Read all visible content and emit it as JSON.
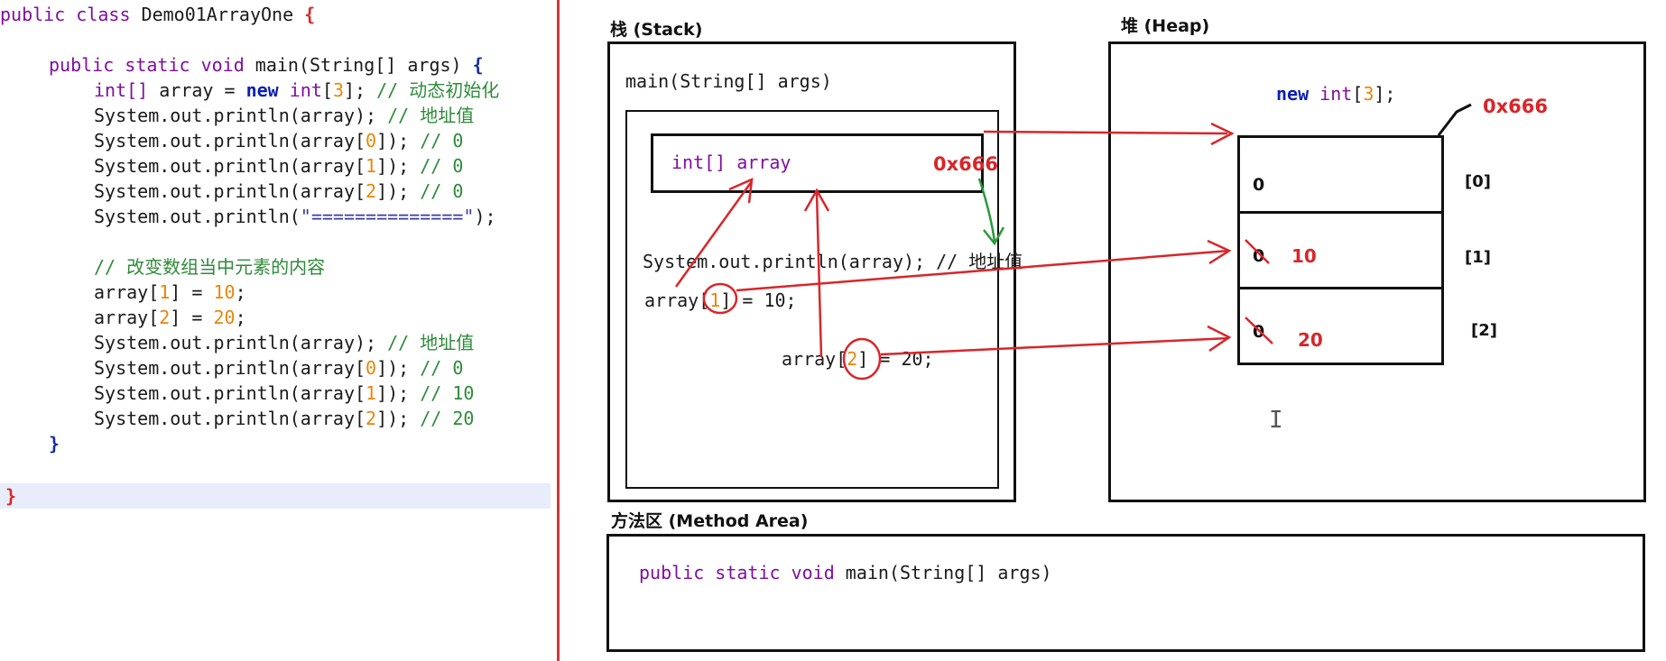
{
  "editor": {
    "class_keyword": "public class",
    "class_name": "Demo01ArrayOne",
    "open_brace": "{",
    "main_keywords": "public static void",
    "main_sig": "main(String[] args)",
    "main_open": "{",
    "decl_type": "int[]",
    "decl_var": "array = ",
    "decl_new": "new",
    "decl_type2": "int",
    "decl_size": "3",
    "decl_comment": "// 动态初始化",
    "print_array": "System.out.println(array);",
    "comment_addr": "// 地址值",
    "print_prefix": "System.out.println(array[",
    "print_suffix": "]);",
    "idx0": "0",
    "idx1": "1",
    "idx2": "2",
    "cmt0": "// 0",
    "cmt10": "// 10",
    "cmt20": "// 20",
    "print_sep_prefix": "System.out.println(",
    "print_sep_str": "\"==============\"",
    "print_sep_suffix": ");",
    "comment_change": "// 改变数组当中元素的内容",
    "assign1_prefix": "array[",
    "assign1_idx": "1",
    "assign1_mid": "] = ",
    "assign1_val": "10",
    "assign_end": ";",
    "assign2_idx": "2",
    "assign2_val": "20",
    "method_close": "}",
    "class_close": "}"
  },
  "diagram": {
    "stack_title": "栈 (Stack)",
    "heap_title": "堆 (Heap)",
    "method_area_title": "方法区 (Method Area)",
    "frame_label": "main(String[] args)",
    "var_label": "int[] array",
    "var_addr": "0x666",
    "print_call": "System.out.println(array); // 地址值",
    "assign1_pre": "array[",
    "assign1_idx": "1",
    "assign1_post": "] = 10;",
    "assign2_pre": "array[",
    "assign2_idx": "2",
    "assign2_post": "] = 20;",
    "heap_new_kw": "new",
    "heap_new_type": "int",
    "heap_new_bracket_open": "[",
    "heap_new_size": "3",
    "heap_new_bracket_close": "];",
    "heap_addr": "0x666",
    "cells": [
      {
        "value": "0",
        "new_value": "",
        "index": "[0]"
      },
      {
        "value": "0",
        "new_value": "10",
        "index": "[1]"
      },
      {
        "value": "0",
        "new_value": "20",
        "index": "[2]"
      }
    ],
    "method_sig_kw": "public static void",
    "method_sig": "main(String[] args)",
    "colors": {
      "annotation_red": "#d8262a",
      "annotation_green": "#2a9a3a",
      "keyword_purple": "#7f0f9e",
      "number_orange": "#e8860c"
    }
  }
}
